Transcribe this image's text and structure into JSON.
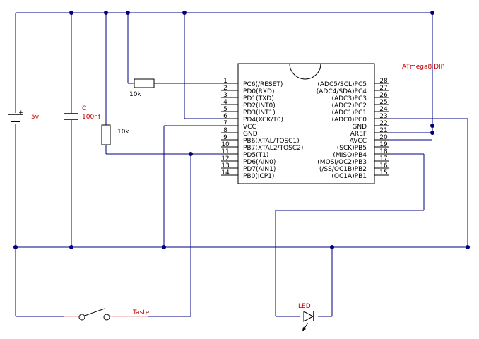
{
  "chip": {
    "name": "ATmega8 DIP",
    "left_pins": [
      {
        "num": "1",
        "name": "PC6(/RESET)"
      },
      {
        "num": "2",
        "name": "PD0(RXD)"
      },
      {
        "num": "3",
        "name": "PD1(TXD)"
      },
      {
        "num": "4",
        "name": "PD2(INT0)"
      },
      {
        "num": "5",
        "name": "PD3(INT1)"
      },
      {
        "num": "6",
        "name": "PD4(XCK/T0)"
      },
      {
        "num": "7",
        "name": "VCC"
      },
      {
        "num": "8",
        "name": "GND"
      },
      {
        "num": "9",
        "name": "PB6(XTAL/TOSC1)"
      },
      {
        "num": "10",
        "name": "PB7(XTAL2/TOSC2)"
      },
      {
        "num": "11",
        "name": "PD5(T1)"
      },
      {
        "num": "12",
        "name": "PD6(AIN0)"
      },
      {
        "num": "13",
        "name": "PD7(AIN1)"
      },
      {
        "num": "14",
        "name": "PB0(ICP1)"
      }
    ],
    "right_pins": [
      {
        "num": "28",
        "name": "(ADC5/SCL)PC5"
      },
      {
        "num": "27",
        "name": "(ADC4/SDA)PC4"
      },
      {
        "num": "26",
        "name": "(ADC3)PC3"
      },
      {
        "num": "25",
        "name": "(ADC2)PC2"
      },
      {
        "num": "24",
        "name": "(ADC1)PC1"
      },
      {
        "num": "23",
        "name": "(ADC0)PC0"
      },
      {
        "num": "22",
        "name": "GND"
      },
      {
        "num": "21",
        "name": "AREF"
      },
      {
        "num": "20",
        "name": "AVCC"
      },
      {
        "num": "19",
        "name": "(SCK)PB5"
      },
      {
        "num": "18",
        "name": "(MISO)PB4"
      },
      {
        "num": "17",
        "name": "(MOSI/OC2)PB3"
      },
      {
        "num": "16",
        "name": "(/SS/OC1B)PB2"
      },
      {
        "num": "15",
        "name": "(OC1A)PB1"
      }
    ]
  },
  "components": {
    "battery_label": "5v",
    "capacitor_name": "C",
    "capacitor_value": "100nf",
    "resistor_top_value": "10k",
    "resistor_left_value": "10k",
    "switch_label": "Taster",
    "led_label": "LED",
    "battery_plus": "+"
  },
  "colors": {
    "wire": "#000080",
    "label": "#c00000"
  }
}
